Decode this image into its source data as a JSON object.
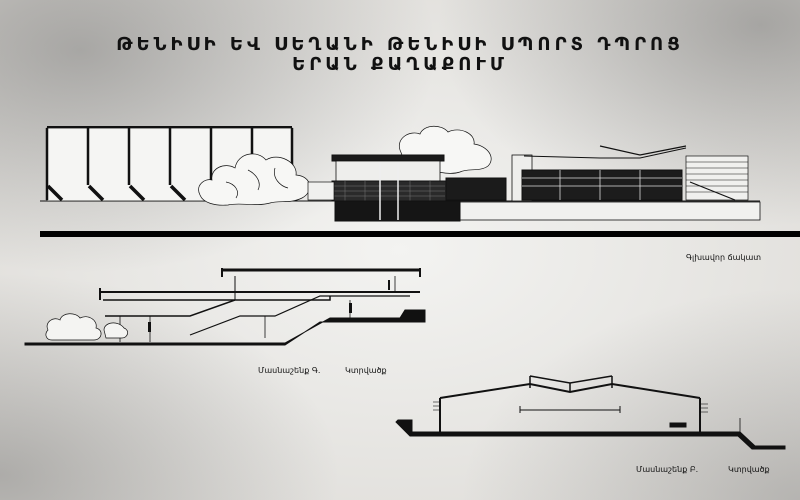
{
  "sheet": {
    "title_line_1": "ԹԵՆԻՍԻ ԵՎ ՍԵՂԱՆԻ ԹԵՆԻՍԻ ՍՊՈՐՏ ԴՊՐՈՑ",
    "title_line_2": "ԵՐԱՆ ՔԱՂԱՔՈՒՄ"
  },
  "captions": {
    "main_facade": "Գլխավոր ճակատ",
    "section_1": "Մասնաշենք Գ.",
    "section_1_type": "Կտրվածք",
    "section_2": "Մասնաշենք Բ.",
    "section_2_type": "Կտրվածք"
  },
  "colors": {
    "ink": "#111111",
    "paper": "#ececea"
  }
}
